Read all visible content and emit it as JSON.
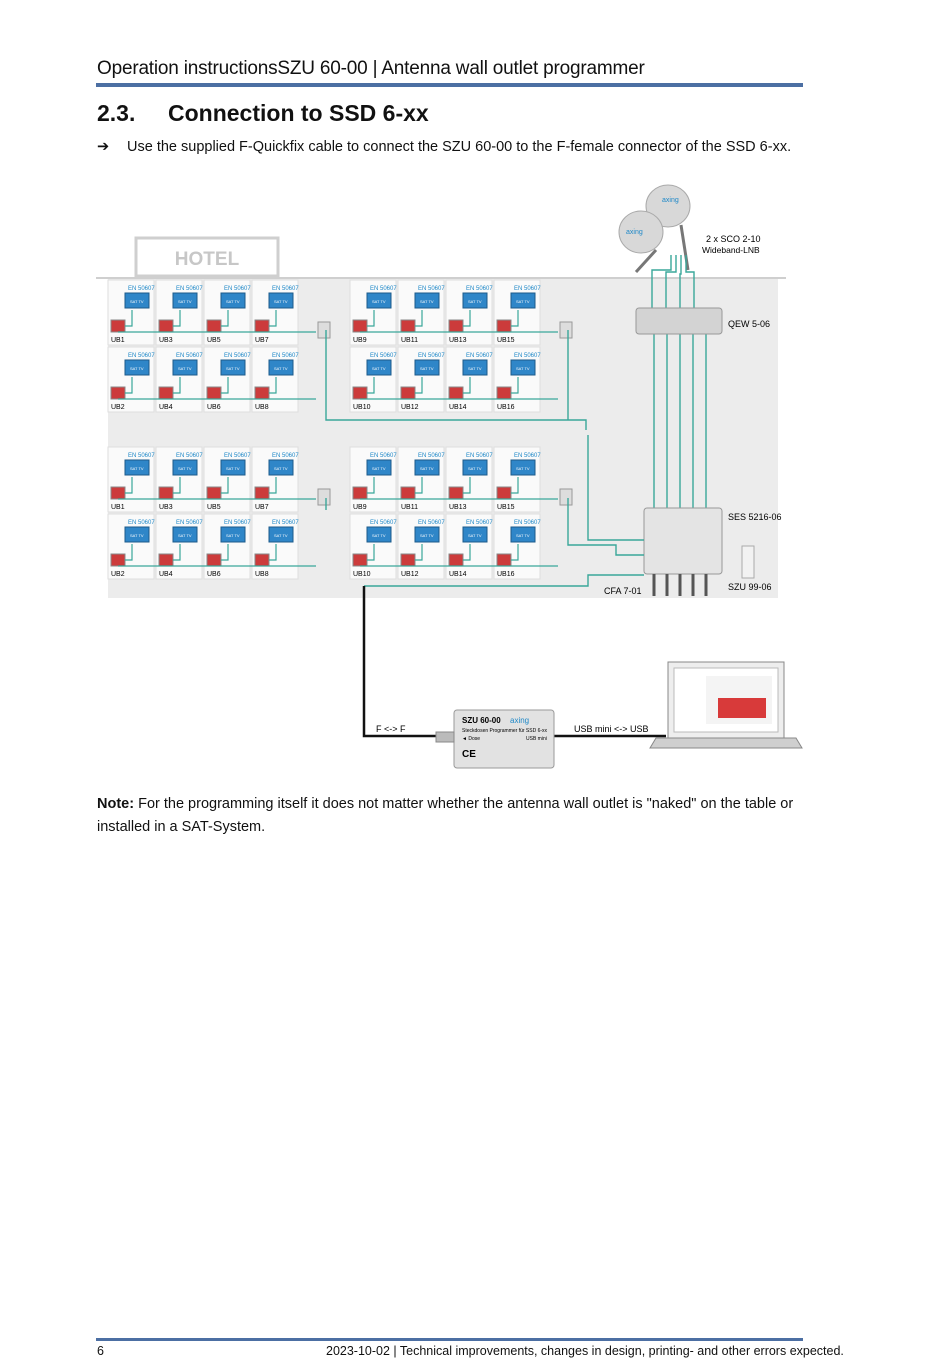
{
  "header": {
    "title": "Operation instructionsSZU 60-00 | Antenna wall outlet programmer"
  },
  "section": {
    "number": "2.3.",
    "title": "Connection to SSD 6-xx"
  },
  "instruction": {
    "arrow": "➔",
    "text": "Use the supplied F-Quickfix cable to connect the SZU 60-00 to the F-female connector of the SSD 6-xx."
  },
  "diagram": {
    "hotel_label": "HOTEL",
    "lnb_label_1": "2 x SCO 2-10",
    "lnb_label_2": "Wideband-LNB",
    "dish_brand": "axing",
    "qew_label": "QEW 5-06",
    "ses_label": "SES 5216-06",
    "szu99_label": "SZU 99-06",
    "cfa_label": "CFA 7-01",
    "en_label": "EN 50607",
    "tv_label": "SAT TV",
    "room_rows": [
      [
        "UB1",
        "UB3",
        "UB5",
        "UB7"
      ],
      [
        "UB2",
        "UB4",
        "UB6",
        "UB8"
      ],
      [
        "UB9",
        "UB11",
        "UB13",
        "UB15"
      ],
      [
        "UB10",
        "UB12",
        "UB14",
        "UB16"
      ]
    ],
    "f_conn_label": "F <-> F",
    "usb_label": "USB mini <-> USB",
    "programmer": {
      "model": "SZU 60-00",
      "brand": "axing",
      "subtitle": "Steckdosen Programmer für SSD 6-xx",
      "port_left": "◄ Dose",
      "port_right": "USB mini",
      "cert": "CE"
    }
  },
  "note": {
    "label": "Note:",
    "text": " For the programming itself it does not matter whether the antenna wall outlet is \"naked\" on the table or installed in a SAT-System."
  },
  "footer": {
    "page": "6",
    "text": "2023-10-02 | Technical improvements, changes in design, printing- and other errors expected."
  }
}
